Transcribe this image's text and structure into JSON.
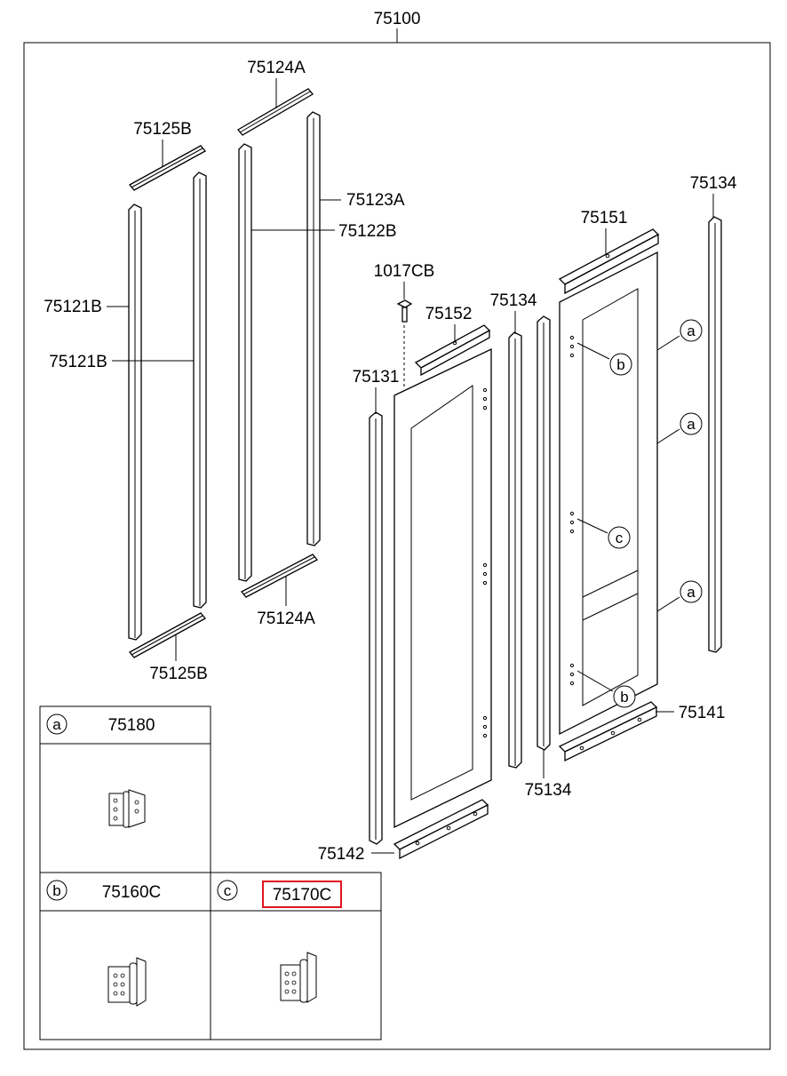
{
  "title": "75100",
  "labels": {
    "p75124A_top": "75124A",
    "p75125B_top": "75125B",
    "p75123A": "75123A",
    "p75122B": "75122B",
    "p75121B_a": "75121B",
    "p75121B_b": "75121B",
    "p75124A_bottom": "75124A",
    "p75125B_bottom": "75125B",
    "p1017CB": "1017CB",
    "p75152": "75152",
    "p75131": "75131",
    "p75134_mid": "75134",
    "p75151": "75151",
    "p75134_right": "75134",
    "p75134_bottom": "75134",
    "p75141": "75141",
    "p75142": "75142"
  },
  "callouts": {
    "a1": "a",
    "a2": "a",
    "a3": "a",
    "b1": "b",
    "b2": "b",
    "c1": "c"
  },
  "legend": {
    "cell_a": {
      "letter": "a",
      "part": "75180"
    },
    "cell_b": {
      "letter": "b",
      "part": "75160C"
    },
    "cell_c": {
      "letter": "c",
      "part": "75170C",
      "highlighted": true
    }
  },
  "colors": {
    "line": "#000000",
    "highlight": "#e0141e",
    "background": "#ffffff"
  },
  "icons": [
    "hinge-icon"
  ]
}
